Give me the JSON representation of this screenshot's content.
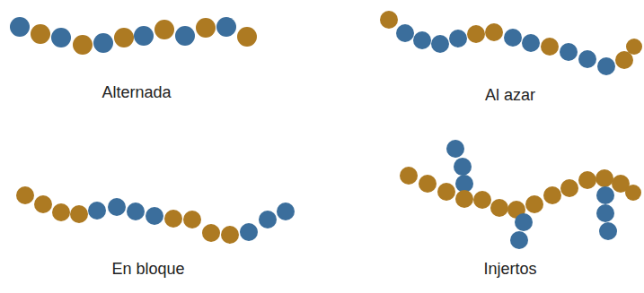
{
  "diagram": {
    "labels": [
      "Alternada",
      "Al azar",
      "En bloque",
      "Injertos"
    ]
  }
}
